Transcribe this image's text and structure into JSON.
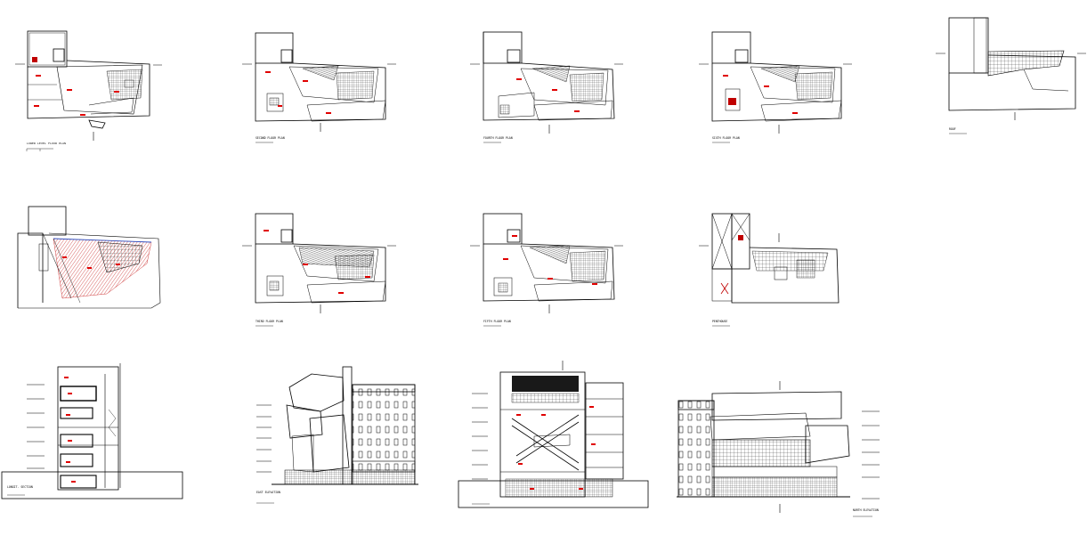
{
  "sheet": {
    "background": "#ffffff",
    "line_color": "#000000",
    "tag_color": "#e00000",
    "hatch_color": "#d04040"
  },
  "drawings": [
    {
      "id": "lower-level-floor-plan",
      "kind": "plan",
      "caption": "LOWER LEVEL FLOOR PLAN"
    },
    {
      "id": "second-floor-plan",
      "kind": "plan",
      "caption": "SECOND FLOOR PLAN"
    },
    {
      "id": "fourth-floor-plan",
      "kind": "plan",
      "caption": "FOURTH FLOOR PLAN"
    },
    {
      "id": "sixth-floor-plan",
      "kind": "plan",
      "caption": "SIXTH FLOOR PLAN"
    },
    {
      "id": "roof-plan",
      "kind": "plan",
      "caption": "ROOF"
    },
    {
      "id": "ground-floor-plan",
      "kind": "plan",
      "caption": ""
    },
    {
      "id": "third-floor-plan",
      "kind": "plan",
      "caption": "THIRD FLOOR PLAN"
    },
    {
      "id": "fifth-floor-plan",
      "kind": "plan",
      "caption": "FIFTH FLOOR PLAN"
    },
    {
      "id": "penthouse-plan",
      "kind": "plan",
      "caption": "PENTHOUSE"
    },
    {
      "id": "longitudinal-section",
      "kind": "section",
      "caption": "LONGIT. SECTION"
    },
    {
      "id": "east-elevation",
      "kind": "elevation",
      "caption": "EAST ELEVATION"
    },
    {
      "id": "cross-section",
      "kind": "section",
      "caption": ""
    },
    {
      "id": "north-elevation",
      "kind": "elevation",
      "caption": "NORTH ELEVATION"
    }
  ]
}
